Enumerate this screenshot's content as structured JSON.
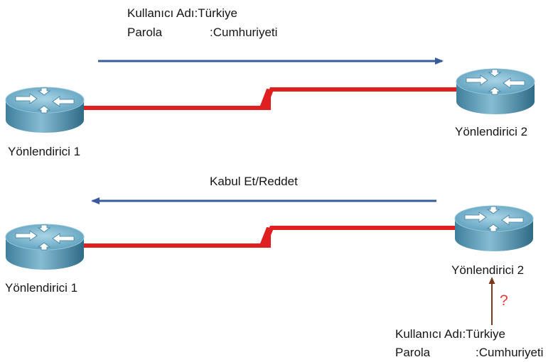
{
  "top": {
    "credentials": {
      "username_label": "Kullanıcı Adı",
      "username_value": ":Türkiye",
      "password_label": "Parola",
      "password_value": ":Cumhuriyeti"
    },
    "router_left_label": "Yönlendirici 1",
    "router_right_label": "Yönlendirici 2"
  },
  "bottom": {
    "response_label": "Kabul Et/Reddet",
    "router_left_label": "Yönlendirici 1",
    "router_right_label": "Yönlendirici 2",
    "question_mark": "?",
    "credentials": {
      "username_label": "Kullanıcı Adı",
      "username_value": ":Türkiye",
      "password_label": "Parola",
      "password_value": ":Cumhuriyeti"
    }
  },
  "colors": {
    "link": "#e02020",
    "arrow": "#3a5a9e",
    "small_arrow": "#7a3a1a",
    "router_body": "#4f93b0",
    "question": "#e53935"
  },
  "icons": [
    "router-icon"
  ]
}
